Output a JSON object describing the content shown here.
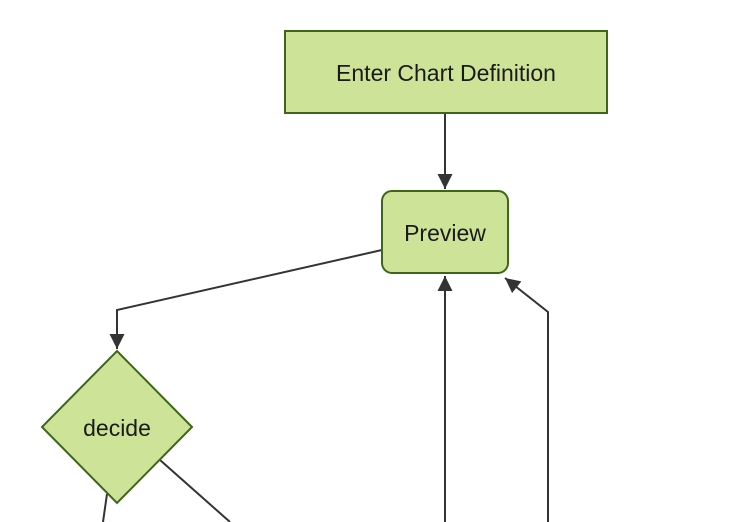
{
  "diagram": {
    "type": "flowchart",
    "direction": "top-down",
    "nodes": [
      {
        "id": "enter-chart-definition",
        "shape": "rectangle",
        "label": "Enter Chart Definition"
      },
      {
        "id": "preview",
        "shape": "rounded-rectangle",
        "label": "Preview"
      },
      {
        "id": "decide",
        "shape": "diamond",
        "label": "decide"
      }
    ],
    "edges": [
      {
        "from": "enter-chart-definition",
        "to": "preview",
        "arrowhead": true
      },
      {
        "from": "preview",
        "to": "decide",
        "arrowhead": true
      },
      {
        "from": "offscreen-bottom",
        "to": "preview",
        "arrowhead": true
      },
      {
        "from": "offscreen-bottom-right",
        "to": "preview",
        "arrowhead": true
      },
      {
        "from": "decide",
        "to": "offscreen-bottom-left",
        "arrowhead": false
      },
      {
        "from": "decide",
        "to": "offscreen-bottom-right",
        "arrowhead": false
      }
    ]
  },
  "theme": {
    "background": "#ffffff",
    "node_fill": "#cde498",
    "node_stroke": "#3d661a",
    "edge_color": "#333333",
    "text_color": "#1a1a1a"
  }
}
